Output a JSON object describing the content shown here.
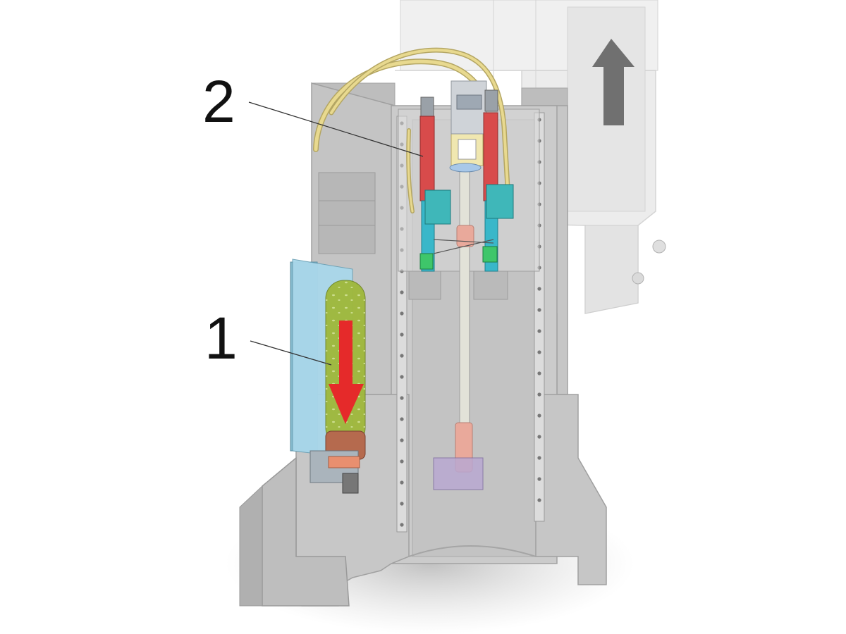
{
  "callouts": [
    {
      "id": "1",
      "label": "1",
      "target": "counterweight-cylinder"
    },
    {
      "id": "2",
      "label": "2",
      "target": "gas-struts"
    }
  ],
  "colors": {
    "base": "#c9c9c9",
    "base_dark": "#b3b3b3",
    "base_edge": "#9a9a9a",
    "ghost_head": "#e6e6e6",
    "cylinder_green": "#9fb83a",
    "cylinder_cap": "#b56a4e",
    "panel_blue": "#9ed2e6",
    "strut_red": "#d84b4b",
    "strut_cyan": "#39b7c9",
    "plate_teal": "#3fb7b9",
    "hose": "#e6d58a",
    "rod": "#e0e0d8",
    "rod_pink": "#e8a79a",
    "down_arrow": "#e52a2a",
    "up_arrow": "#6e6e6e"
  },
  "icons": [
    "down-arrow-icon",
    "up-arrow-icon"
  ]
}
